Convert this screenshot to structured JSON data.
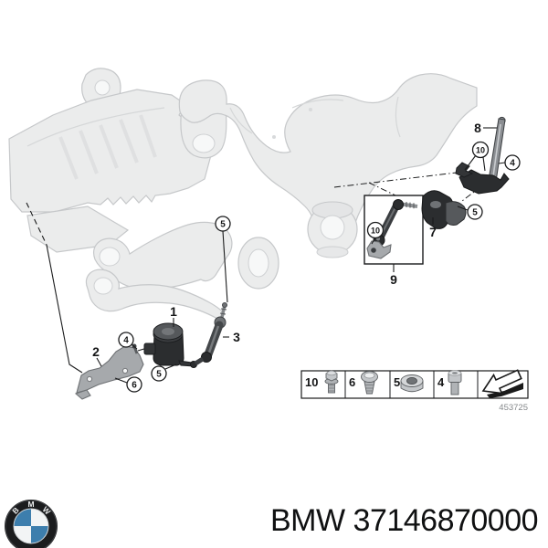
{
  "figure": {
    "caption": "BMW 37146870000",
    "code": "453725"
  },
  "callouts": {
    "b1": "1",
    "b2": "2",
    "b3": "3",
    "b7": "7",
    "b8": "8",
    "b9": "9",
    "c4a": "4",
    "c4b": "4",
    "c5a": "5",
    "c5b": "5",
    "c5c": "5",
    "c6a": "6",
    "c10a": "10",
    "c10b": "10",
    "c10c": "10"
  },
  "legend": {
    "items": [
      {
        "label": "10",
        "icon": "flange-bolt-icon"
      },
      {
        "label": "6",
        "icon": "oval-screw-icon"
      },
      {
        "label": "5",
        "icon": "hex-nut-icon"
      },
      {
        "label": "4",
        "icon": "socket-bolt-icon"
      }
    ],
    "arrow_icon": "direction-arrow-icon",
    "code": "453725"
  },
  "logo": {
    "letters": [
      "B",
      "M",
      "W"
    ],
    "colors": {
      "blue": "#3D7EAD",
      "ring": "#1b1c1e"
    }
  }
}
